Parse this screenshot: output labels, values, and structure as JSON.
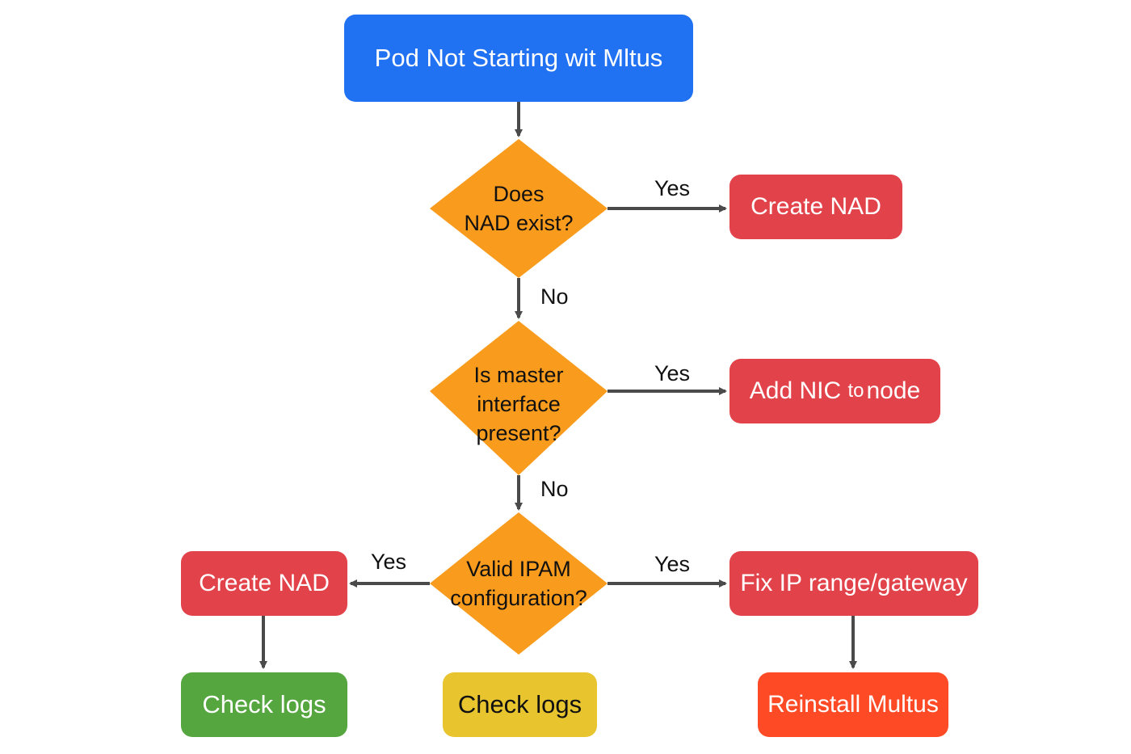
{
  "start": {
    "label": "Pod Not Starting wit Mltus"
  },
  "decisions": {
    "nad_exists": {
      "lines": [
        "Does",
        "NAD exist?"
      ]
    },
    "master_iface": {
      "lines": [
        "Is master",
        "interface",
        "present?"
      ]
    },
    "ipam": {
      "lines": [
        "Valid IPAM",
        "configuration?"
      ]
    }
  },
  "actions": {
    "create_nad_top": {
      "label": "Create NAD"
    },
    "add_nic": {
      "label_part1": "Add NIC ",
      "label_part2": "to",
      "label_part3": "node"
    },
    "create_nad_left": {
      "label": "Create NAD"
    },
    "fix_ip": {
      "label": "Fix IP range/gateway"
    },
    "check_logs_green": {
      "label": "Check logs"
    },
    "check_logs_yellow": {
      "label": "Check logs"
    },
    "reinstall": {
      "label": "Reinstall Multus"
    }
  },
  "edges": {
    "yes1": "Yes",
    "no1": "No",
    "yes2": "Yes",
    "no2": "No",
    "yes_left": "Yes",
    "yes_right": "Yes"
  },
  "colors": {
    "start": "#2172f3",
    "decision": "#f99b1d",
    "action": "#e2434a",
    "success": "#55a63f",
    "warning": "#e8c42e",
    "critical": "#ff4a26",
    "arrow": "#4a4a4a"
  }
}
